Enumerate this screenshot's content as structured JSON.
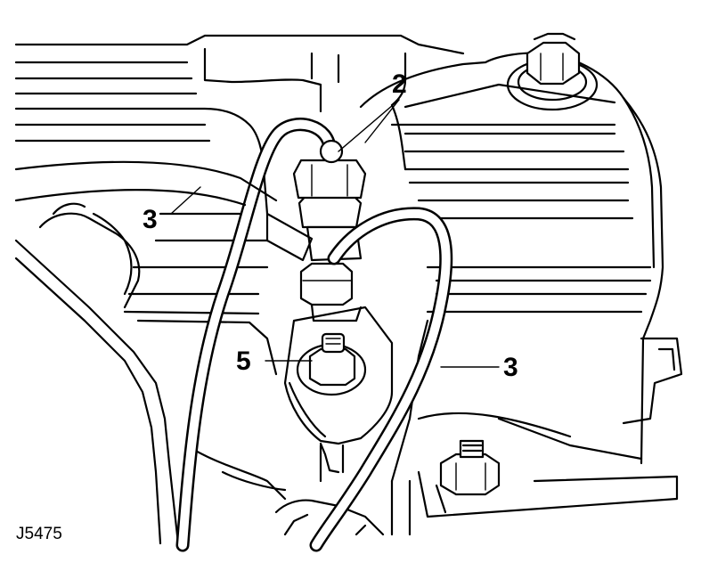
{
  "figure_ref": "J5475",
  "callouts": [
    {
      "id": "2",
      "label": "2"
    },
    {
      "id": "3-left",
      "label": "3"
    },
    {
      "id": "3-right",
      "label": "3"
    },
    {
      "id": "5",
      "label": "5"
    }
  ],
  "colors": {
    "ink": "#000000",
    "paper": "#ffffff"
  }
}
